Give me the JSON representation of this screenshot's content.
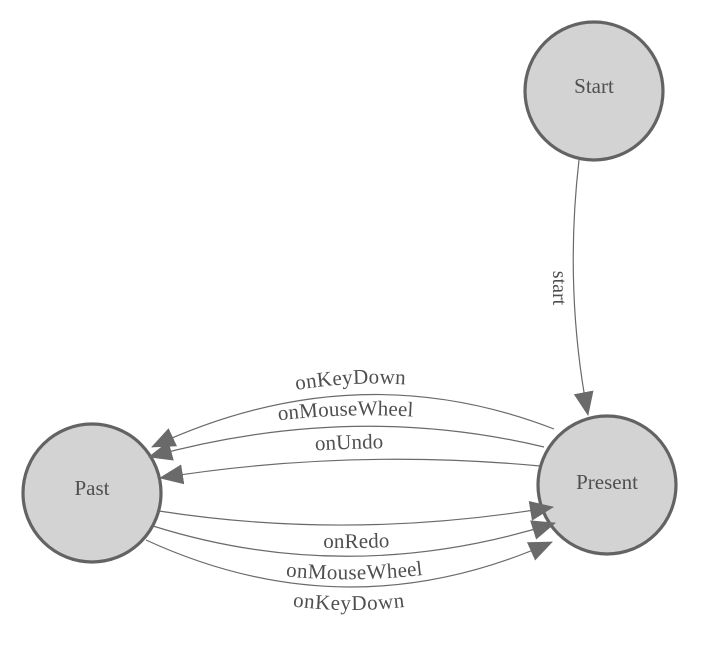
{
  "diagram": {
    "type": "state-machine",
    "background": "#ffffff",
    "colors": {
      "node_fill": "#d3d3d3",
      "node_border": "#636363",
      "edge": "#6a6a6a",
      "label": "#4f4f4f"
    },
    "nodes": {
      "start": {
        "label": "Start"
      },
      "present": {
        "label": "Present"
      },
      "past": {
        "label": "Past"
      }
    },
    "edges": {
      "start_to_present": {
        "label": "start",
        "from": "Start",
        "to": "Present"
      },
      "present_to_past_1": {
        "label": "onKeyDown",
        "from": "Present",
        "to": "Past"
      },
      "present_to_past_2": {
        "label": "onMouseWheel",
        "from": "Present",
        "to": "Past"
      },
      "present_to_past_3": {
        "label": "onUndo",
        "from": "Present",
        "to": "Past"
      },
      "past_to_present_1": {
        "label": "onRedo",
        "from": "Past",
        "to": "Present"
      },
      "past_to_present_2": {
        "label": "onMouseWheel",
        "from": "Past",
        "to": "Present"
      },
      "past_to_present_3": {
        "label": "onKeyDown",
        "from": "Past",
        "to": "Present"
      }
    }
  }
}
